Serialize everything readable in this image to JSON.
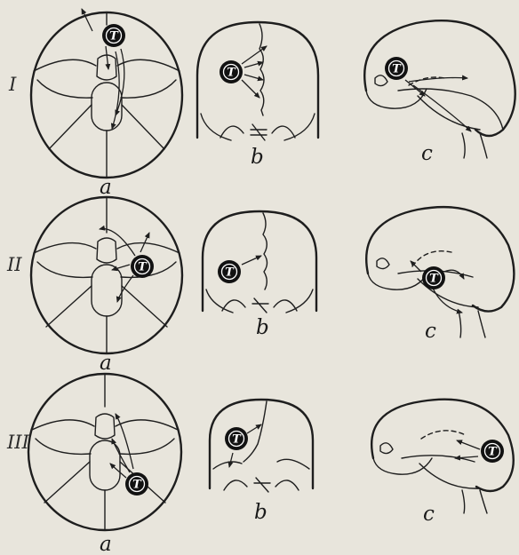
{
  "row_labels": [
    "I",
    "II",
    "III"
  ],
  "view_labels": [
    "a",
    "b",
    "c"
  ],
  "tumor_label": "T"
}
